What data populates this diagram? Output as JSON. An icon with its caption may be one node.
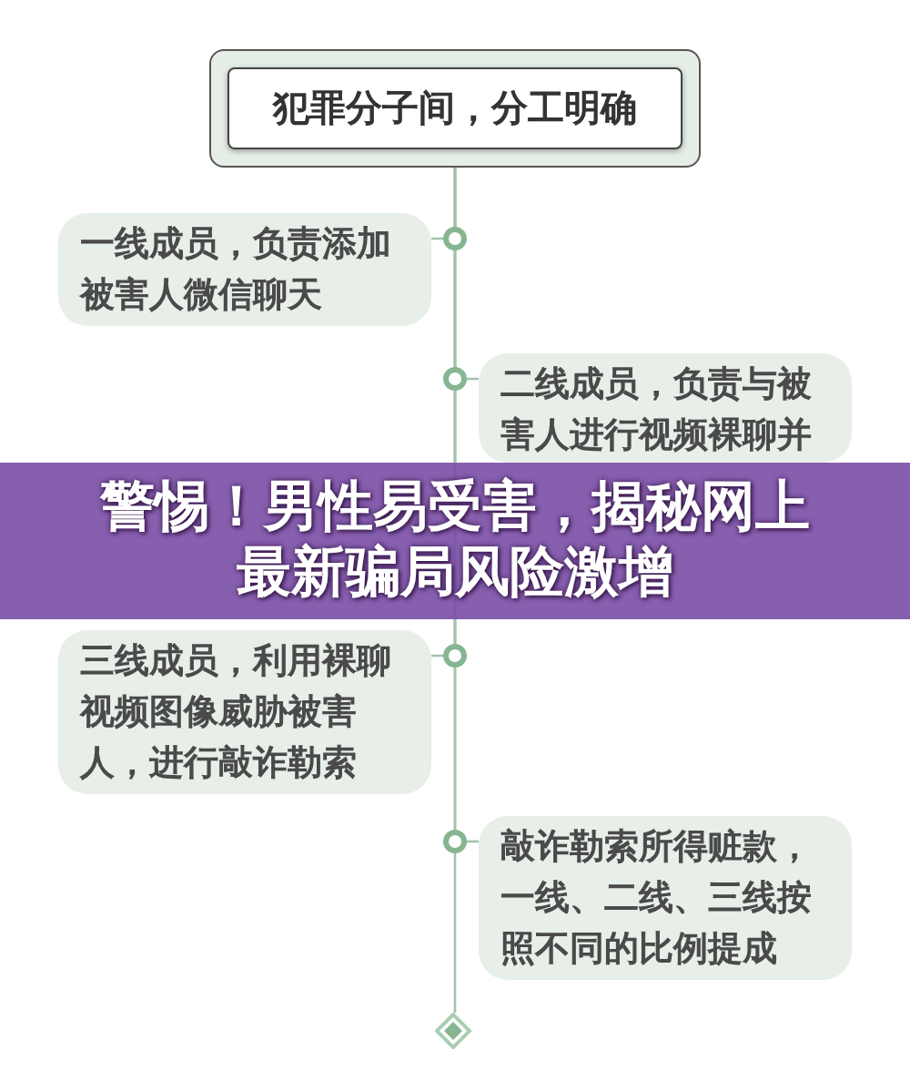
{
  "diagram": {
    "title": "警惕！男性易受害，揭秘网上最新骗局风险激增",
    "nodes": [
      {
        "text": [
          "犯罪分子间，分工明确"
        ]
      },
      {
        "text": [
          "一线成员，负责添加被害人微信聊天"
        ]
      },
      {
        "text": [
          "二线成员，负责与被害人进行视频裸聊并"
        ]
      },
      {
        "text": [
          "三线成员，利用裸聊视频图像威胁被害人，进行敲诈勒索"
        ]
      },
      {
        "text": [
          "敲诈勒索所得赃款，一线、二线、三线按照不同的比例提成"
        ]
      },
      {
        "text": [],
        "shape": "diamond"
      }
    ],
    "edges": [
      {
        "from": 0,
        "to": 1,
        "arrow": "none"
      },
      {
        "from": 0,
        "to": 2,
        "arrow": "none"
      },
      {
        "from": 0,
        "to": 3,
        "arrow": "none"
      },
      {
        "from": 0,
        "to": 4,
        "arrow": "none"
      },
      {
        "from": 0,
        "to": 5,
        "arrow": "none"
      }
    ]
  }
}
